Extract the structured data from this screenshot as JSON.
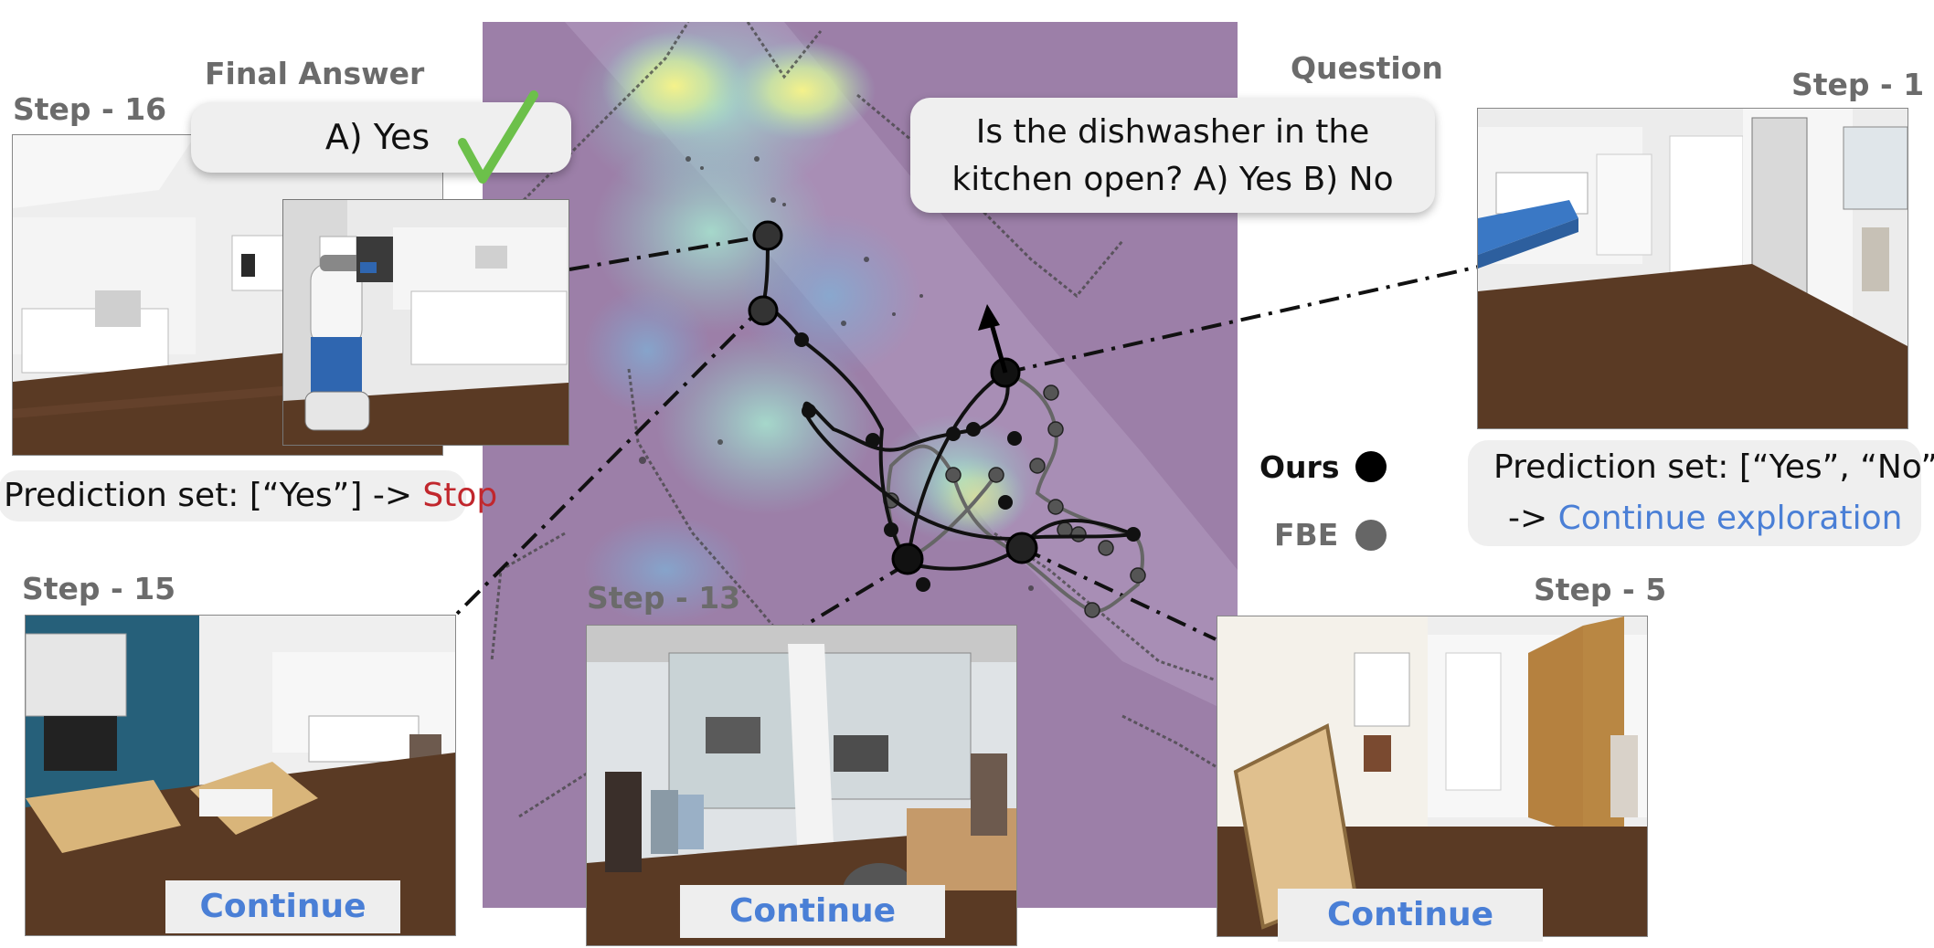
{
  "question": {
    "heading": "Question",
    "line1": "Is the dishwasher in the",
    "line2": "kitchen open? A) Yes B) No"
  },
  "final_answer": {
    "heading": "Final Answer",
    "text": "A) Yes"
  },
  "legend": {
    "ours": "Ours",
    "fbe": "FBE",
    "ours_color": "#000000",
    "fbe_color": "#666666"
  },
  "steps": {
    "step16": {
      "label": "Step - 16",
      "prediction_prefix": "Prediction set: [“Yes”] -> ",
      "prediction_action": "Stop"
    },
    "step15": {
      "label": "Step - 15",
      "action": "Continue"
    },
    "step13": {
      "label": "Step - 13",
      "action": "Continue"
    },
    "step5": {
      "label": "Step - 5",
      "action": "Continue"
    },
    "step1": {
      "label": "Step - 1",
      "prediction_line1": "Prediction set: [“Yes”, “No”]",
      "prediction_arrow": "-> ",
      "prediction_action": "Continue exploration"
    }
  },
  "colors": {
    "map_purple": "#9c7fa8",
    "heat_high": "#f3f08a",
    "heat_mid": "#a8d8c8",
    "stop_red": "#c1272d",
    "continue_blue": "#4a7fd6",
    "check_green": "#6cc04a"
  }
}
